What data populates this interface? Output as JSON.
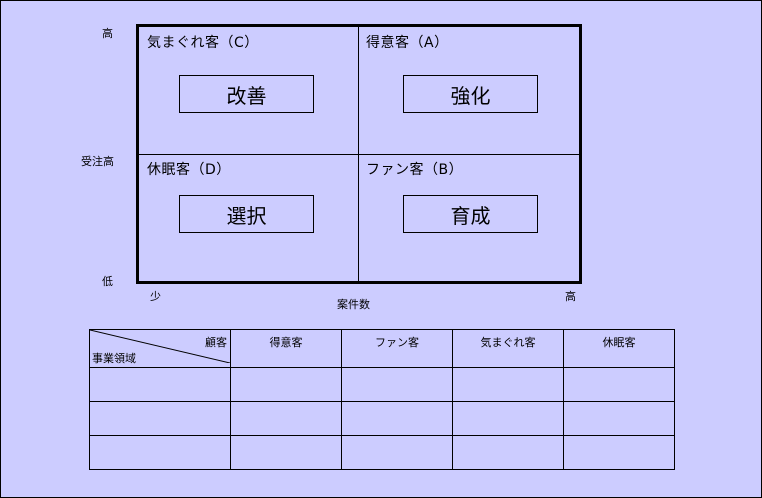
{
  "axes": {
    "y_high": "高",
    "y_label": "受注高",
    "y_low": "低",
    "x_low": "少",
    "x_label": "案件数",
    "x_high": "高"
  },
  "quadrants": {
    "top_left": {
      "title": "気まぐれ客（C）",
      "action": "改善"
    },
    "top_right": {
      "title": "得意客（A）",
      "action": "強化"
    },
    "bottom_left": {
      "title": "休眠客（D）",
      "action": "選択"
    },
    "bottom_right": {
      "title": "ファン客（B）",
      "action": "育成"
    }
  },
  "table": {
    "corner_top": "顧客",
    "corner_bottom": "事業領域",
    "columns": [
      "得意客",
      "ファン客",
      "気まぐれ客",
      "休眠客"
    ],
    "rows": [
      [
        "",
        "",
        "",
        "",
        ""
      ],
      [
        "",
        "",
        "",
        "",
        ""
      ],
      [
        "",
        "",
        "",
        "",
        ""
      ]
    ]
  },
  "colors": {
    "background": "#ccccff",
    "lines": "#000000"
  }
}
